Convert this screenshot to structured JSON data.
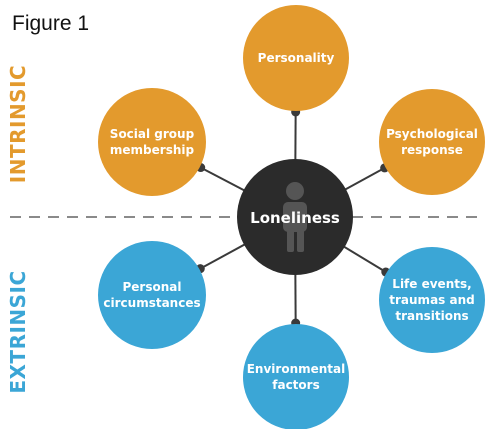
{
  "figure_label": "Figure 1",
  "intrinsic_label": "INTRINSIC",
  "extrinsic_label": "EXTRINSIC",
  "center": {
    "label": "Loneliness",
    "color": "#2b2b2b",
    "icon": "person-silhouette-icon"
  },
  "colors": {
    "intrinsic": "#e39a2d",
    "extrinsic": "#3ba6d6",
    "connector": "#3a3a3a",
    "divider": "#8a8a8a"
  },
  "nodes": [
    {
      "id": "personality",
      "group": "intrinsic",
      "lines": [
        "Personality"
      ]
    },
    {
      "id": "psychological-response",
      "group": "intrinsic",
      "lines": [
        "Psychological",
        "response"
      ]
    },
    {
      "id": "social-group-membership",
      "group": "intrinsic",
      "lines": [
        "Social group",
        "membership"
      ]
    },
    {
      "id": "personal-circumstances",
      "group": "extrinsic",
      "lines": [
        "Personal",
        "circumstances"
      ]
    },
    {
      "id": "life-events",
      "group": "extrinsic",
      "lines": [
        "Life events,",
        "traumas and",
        "transitions"
      ]
    },
    {
      "id": "environmental-factors",
      "group": "extrinsic",
      "lines": [
        "Environmental",
        "factors"
      ]
    }
  ]
}
